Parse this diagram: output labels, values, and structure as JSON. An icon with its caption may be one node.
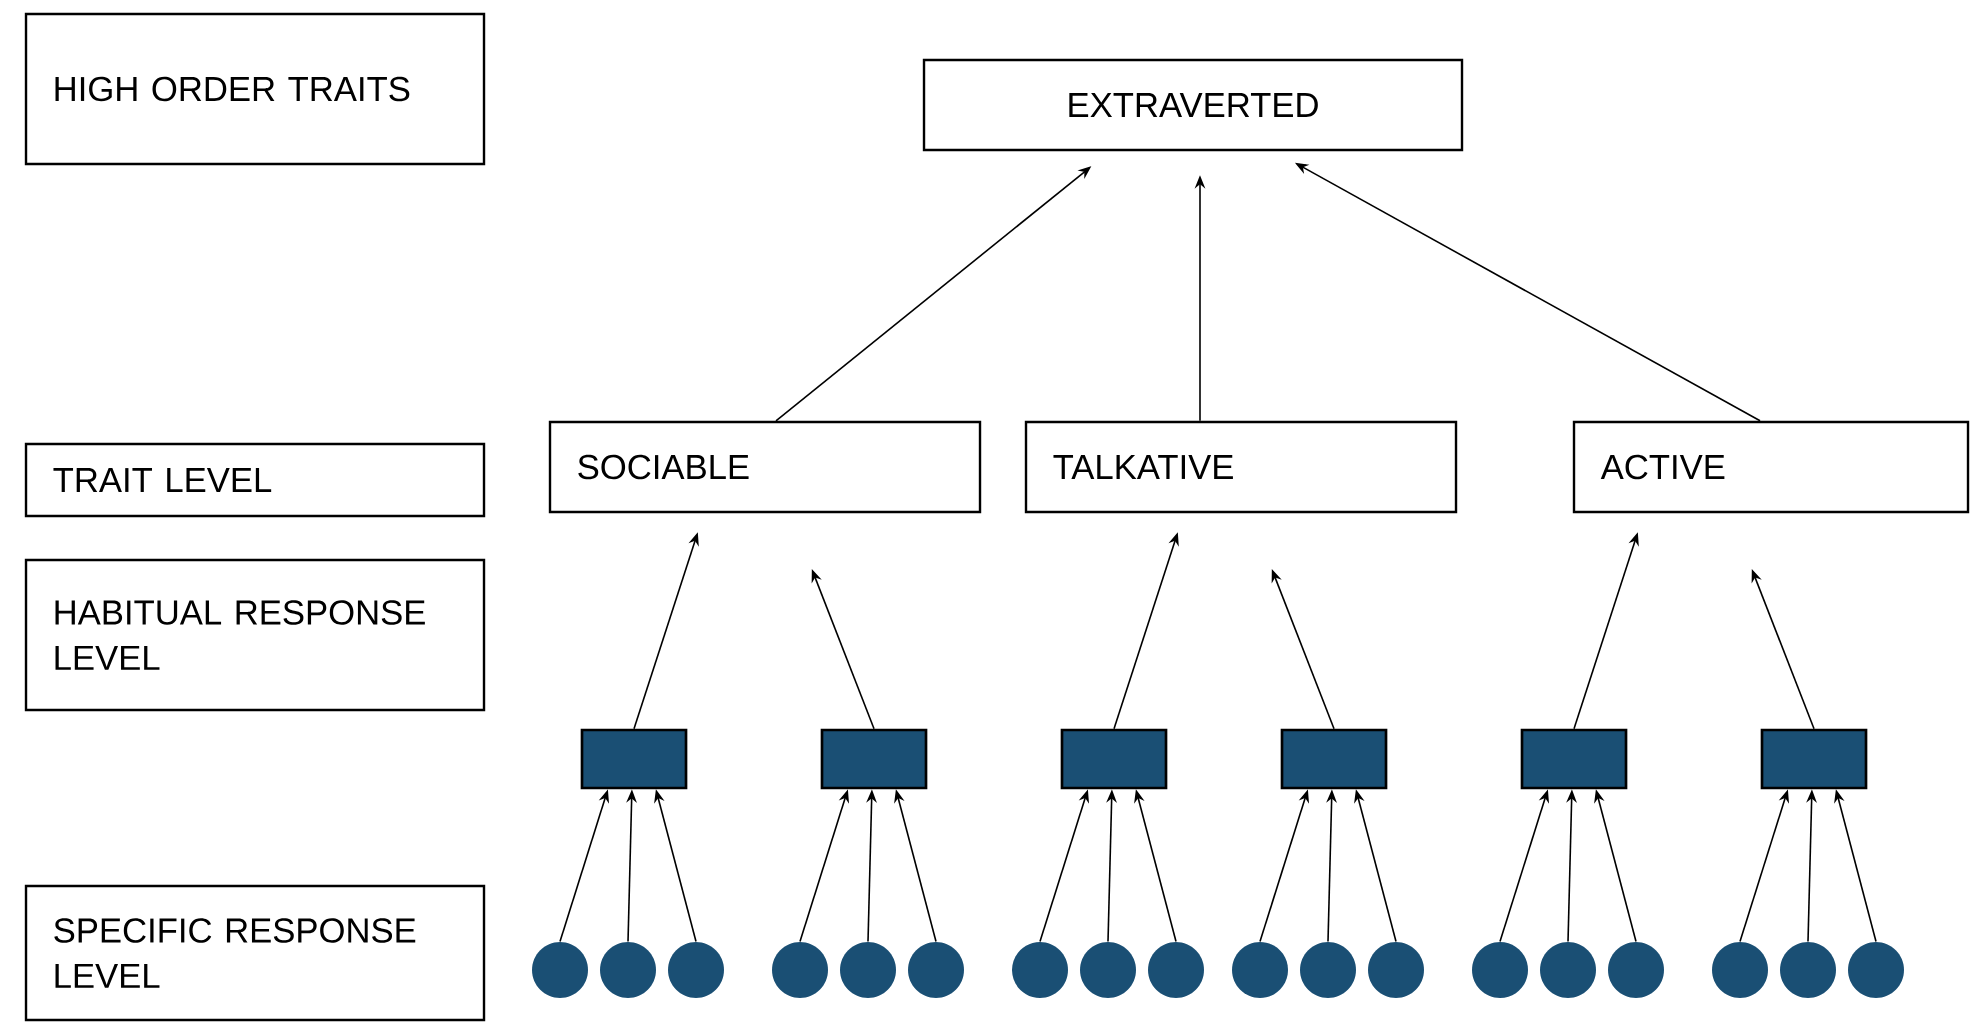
{
  "diagram": {
    "nodes": [
      {
        "text": [
          "HIGH ORDER TRAITS"
        ]
      },
      {
        "text": [
          "EXTRAVERTED"
        ]
      },
      {
        "text": [
          "TRAIT LEVEL"
        ]
      },
      {
        "text": [
          "SOCIABLE"
        ]
      },
      {
        "text": [
          "TALKATIVE"
        ]
      },
      {
        "text": [
          "ACTIVE"
        ]
      },
      {
        "text": [
          "HABITUAL RESPONSE LEVEL"
        ]
      },
      {
        "text": [],
        "shape": "box"
      },
      {
        "text": [],
        "shape": "box"
      },
      {
        "text": [],
        "shape": "box"
      },
      {
        "text": [],
        "shape": "box"
      },
      {
        "text": [],
        "shape": "box"
      },
      {
        "text": [],
        "shape": "box"
      },
      {
        "text": [
          "SPECIFIC RESPONSE LEVEL"
        ]
      },
      {
        "text": [],
        "shape": "circle"
      },
      {
        "text": [],
        "shape": "circle"
      },
      {
        "text": [],
        "shape": "circle"
      },
      {
        "text": [],
        "shape": "circle"
      },
      {
        "text": [],
        "shape": "circle"
      },
      {
        "text": [],
        "shape": "circle"
      },
      {
        "text": [],
        "shape": "circle"
      },
      {
        "text": [],
        "shape": "circle"
      },
      {
        "text": [],
        "shape": "circle"
      },
      {
        "text": [],
        "shape": "circle"
      },
      {
        "text": [],
        "shape": "circle"
      },
      {
        "text": [],
        "shape": "circle"
      },
      {
        "text": [],
        "shape": "circle"
      },
      {
        "text": [],
        "shape": "circle"
      },
      {
        "text": [],
        "shape": "circle"
      },
      {
        "text": [],
        "shape": "circle"
      },
      {
        "text": [],
        "shape": "circle"
      },
      {
        "text": [],
        "shape": "circle"
      }
    ],
    "edges": [
      {
        "from": 3,
        "to": 1,
        "arrow": "to"
      },
      {
        "from": 4,
        "to": 1,
        "arrow": "to"
      },
      {
        "from": 5,
        "to": 1,
        "arrow": "to"
      },
      {
        "from": 7,
        "to": 3,
        "arrow": "to"
      },
      {
        "from": 8,
        "to": 3,
        "arrow": "to"
      },
      {
        "from": 9,
        "to": 4,
        "arrow": "to"
      },
      {
        "from": 10,
        "to": 4,
        "arrow": "to"
      },
      {
        "from": 11,
        "to": 5,
        "arrow": "to"
      },
      {
        "from": 12,
        "to": 5,
        "arrow": "to"
      },
      {
        "from": 14,
        "to": 7,
        "arrow": "to"
      },
      {
        "from": 15,
        "to": 7,
        "arrow": "to"
      },
      {
        "from": 16,
        "to": 7,
        "arrow": "to"
      },
      {
        "from": 17,
        "to": 8,
        "arrow": "to"
      },
      {
        "from": 18,
        "to": 8,
        "arrow": "to"
      },
      {
        "from": 19,
        "to": 8,
        "arrow": "to"
      },
      {
        "from": 20,
        "to": 9,
        "arrow": "to"
      },
      {
        "from": 21,
        "to": 9,
        "arrow": "to"
      },
      {
        "from": 22,
        "to": 9,
        "arrow": "to"
      },
      {
        "from": 23,
        "to": 10,
        "arrow": "to"
      },
      {
        "from": 24,
        "to": 10,
        "arrow": "to"
      },
      {
        "from": 25,
        "to": 10,
        "arrow": "to"
      },
      {
        "from": 26,
        "to": 11,
        "arrow": "to"
      },
      {
        "from": 27,
        "to": 11,
        "arrow": "to"
      },
      {
        "from": 28,
        "to": 11,
        "arrow": "to"
      },
      {
        "from": 29,
        "to": 12,
        "arrow": "to"
      },
      {
        "from": 30,
        "to": 12,
        "arrow": "to"
      },
      {
        "from": 31,
        "to": 12,
        "arrow": "to"
      }
    ]
  }
}
